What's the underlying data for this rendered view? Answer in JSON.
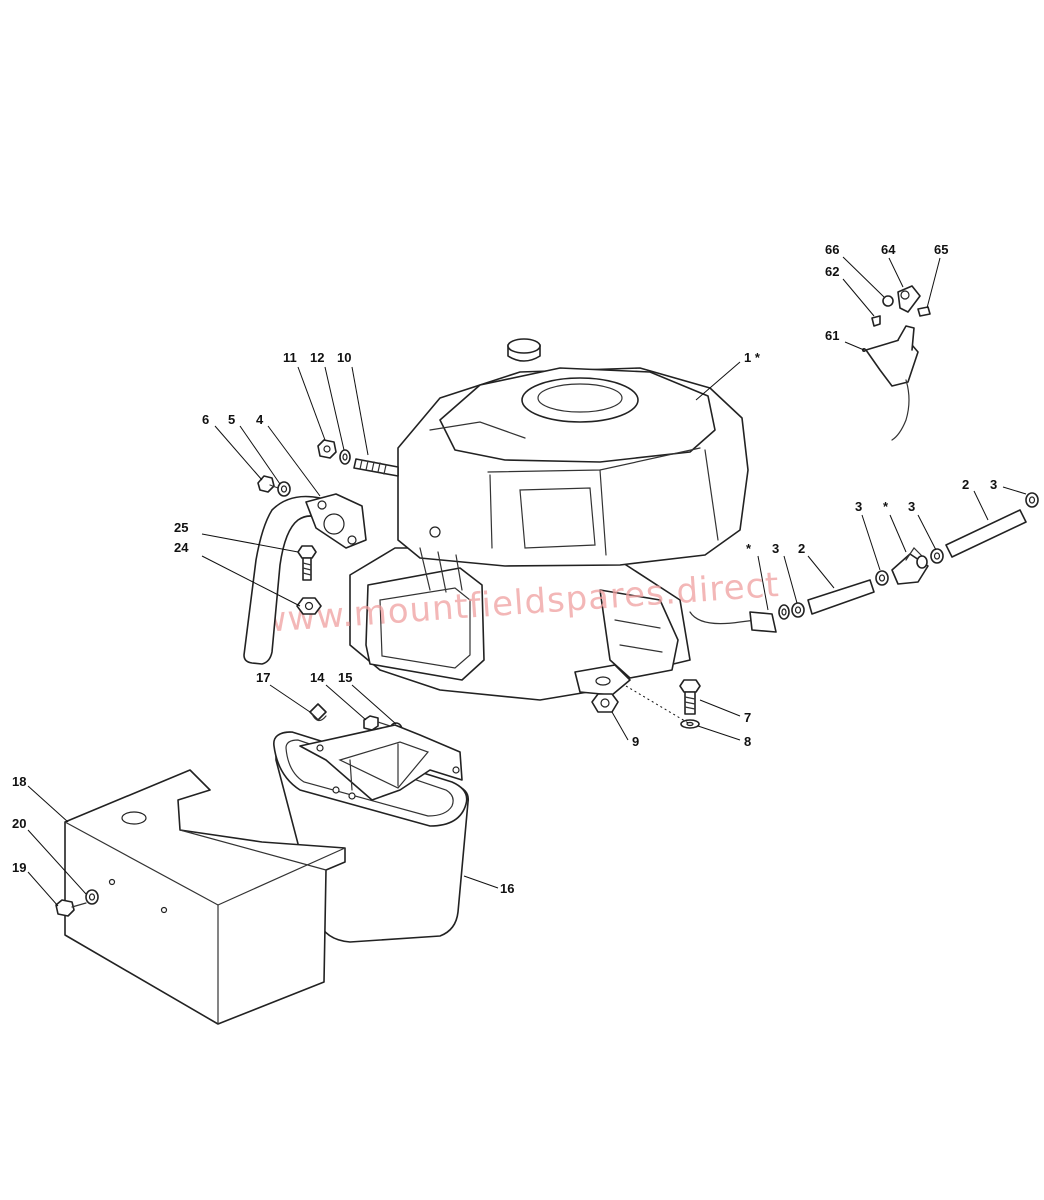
{
  "diagram": {
    "watermark": "www.mountfieldspares.direct",
    "callouts": [
      "66",
      "64",
      "65",
      "62",
      "61",
      "1 *",
      "11",
      "12",
      "10",
      "6",
      "5",
      "4",
      "25",
      "24",
      "2",
      "3",
      "3",
      "*",
      "3",
      "3",
      "*",
      "3",
      "2",
      "17",
      "14",
      "15",
      "7",
      "9",
      "8",
      "18",
      "20",
      "19",
      "16"
    ]
  }
}
